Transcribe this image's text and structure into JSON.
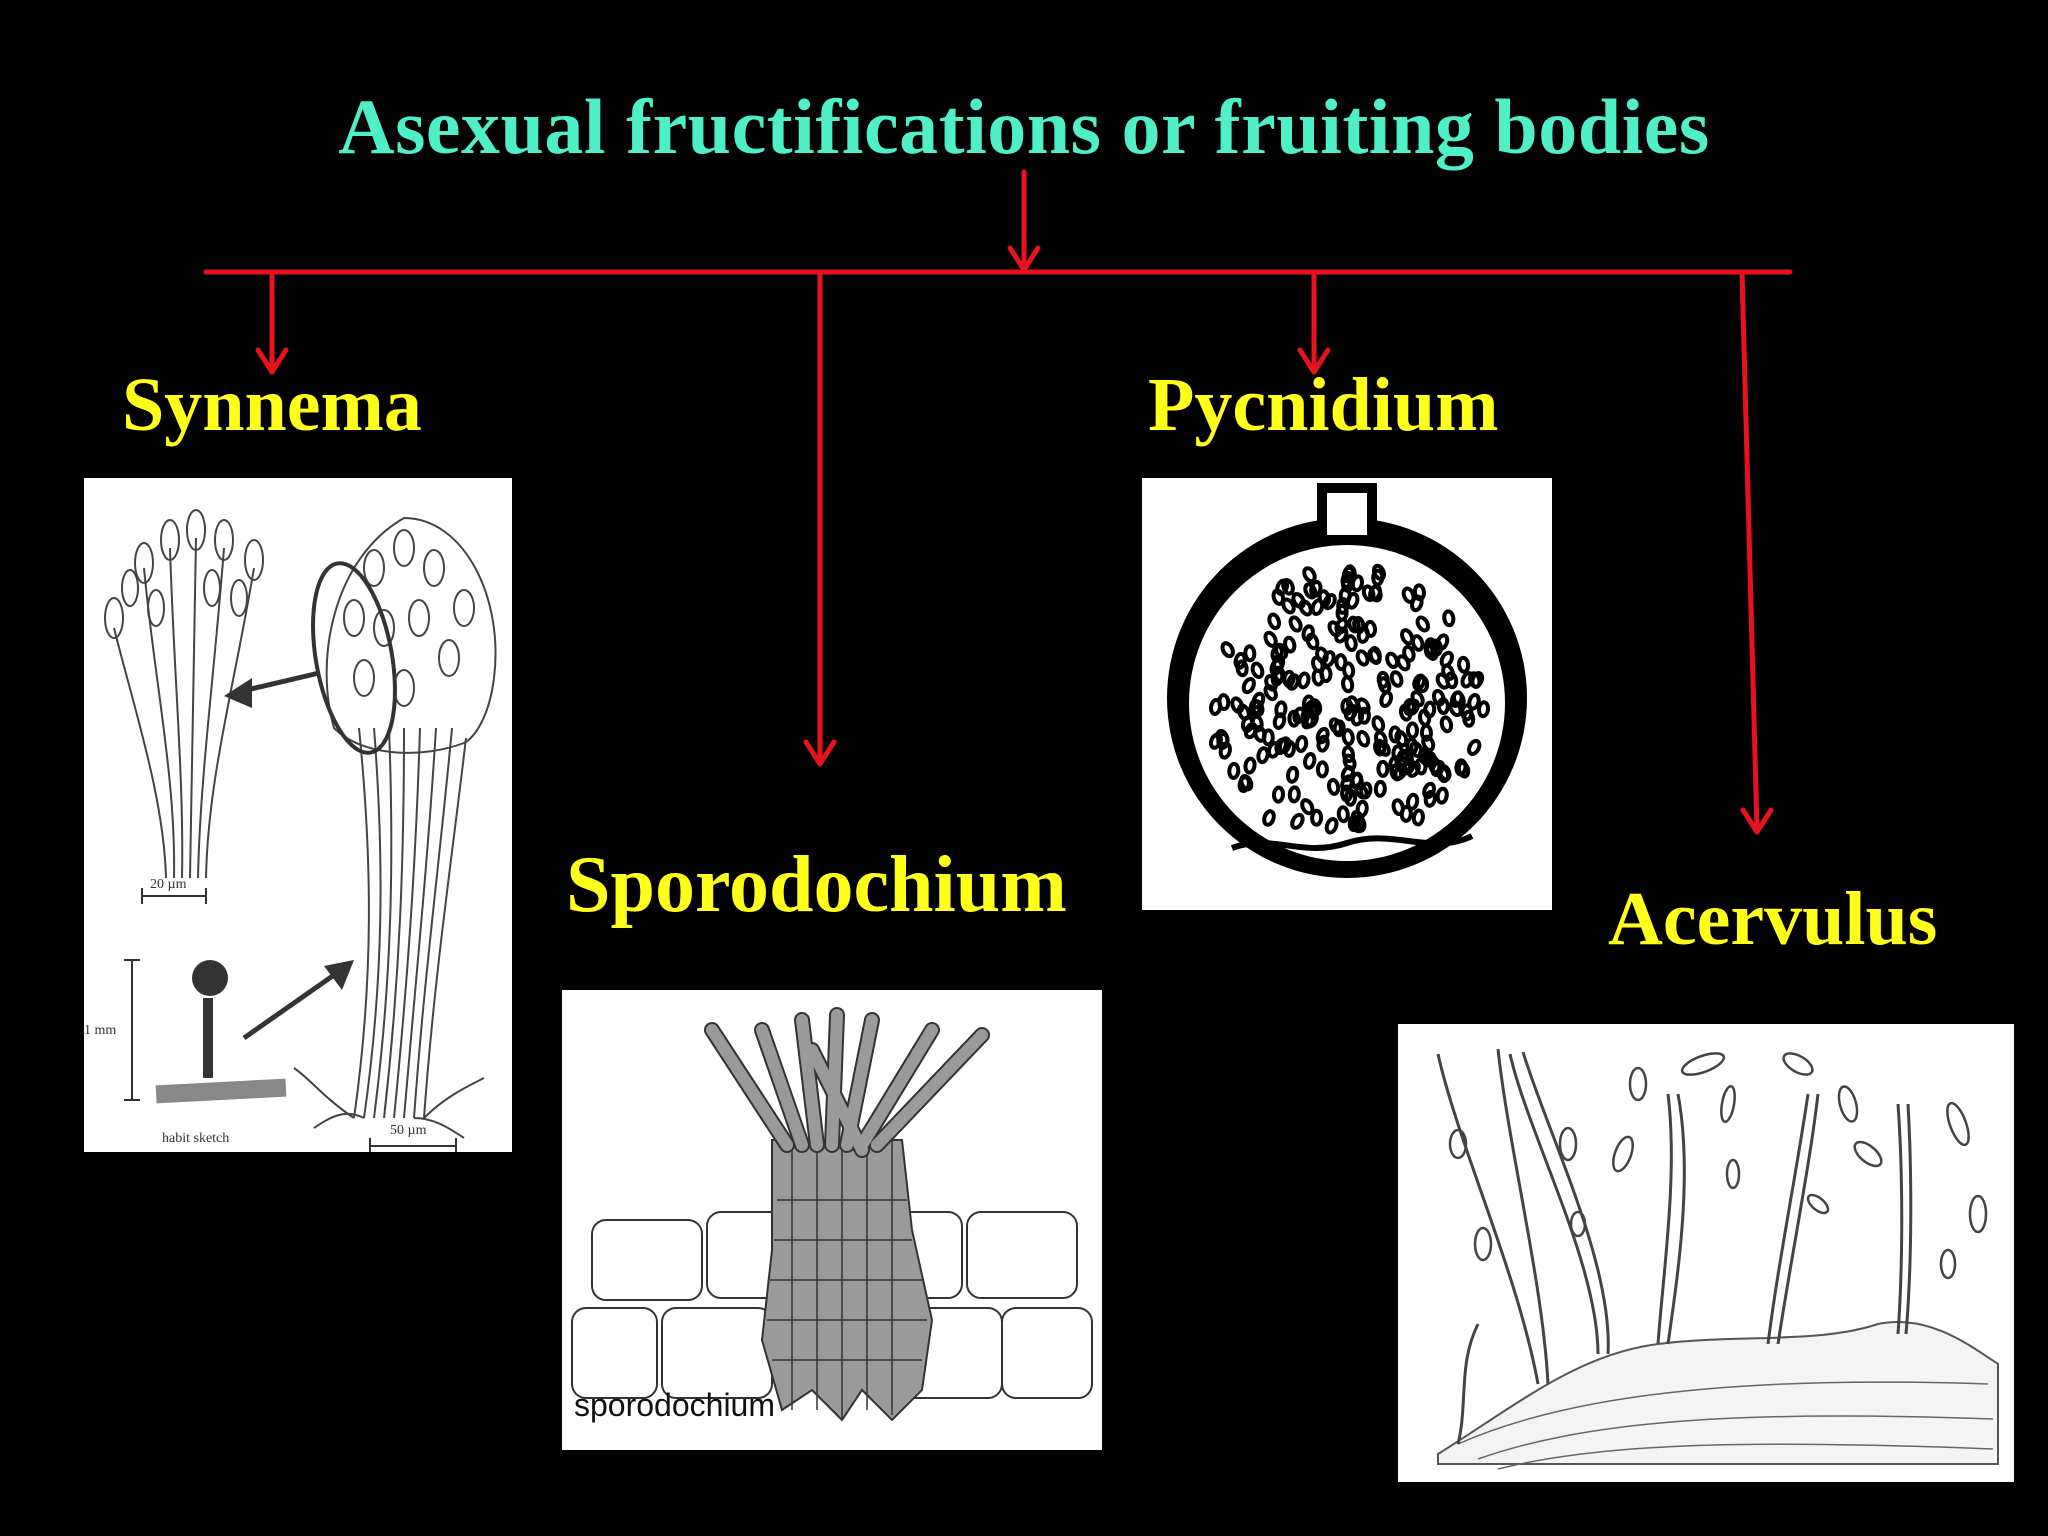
{
  "title": "Asexual fructifications or fruiting bodies",
  "colors": {
    "title": "#4ff0c8",
    "labels": "#ffff1a",
    "arrows": "#e8121e",
    "background": "#000000"
  },
  "categories": [
    {
      "id": "synnema",
      "label": "Synnema"
    },
    {
      "id": "sporodochium",
      "label": "Sporodochium"
    },
    {
      "id": "pycnidium",
      "label": "Pycnidium"
    },
    {
      "id": "acervulus",
      "label": "Acervulus"
    }
  ],
  "synnema_panel": {
    "scale_top": "20 µm",
    "scale_side": "1 mm",
    "caption": "habit sketch",
    "scale_bottom": "50 µm"
  },
  "sporodochium_panel": {
    "caption": "sporodochium"
  }
}
